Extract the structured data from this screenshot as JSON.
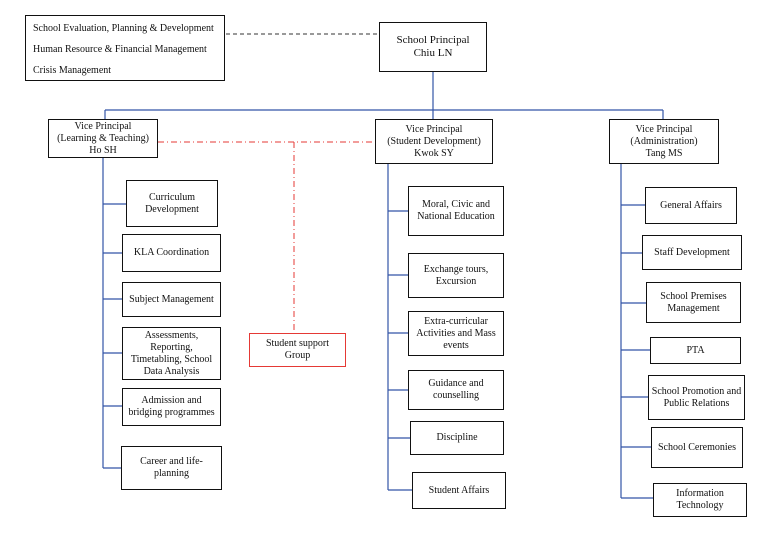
{
  "mgmt_box": {
    "lines": [
      "School Evaluation, Planning & Development",
      "Human Resource & Financial Management",
      "Crisis Management"
    ]
  },
  "principal": {
    "title": "School Principal",
    "name": "Chiu LN"
  },
  "vp_lt": {
    "title": "Vice Principal",
    "role": "(Learning & Teaching)",
    "name": "Ho SH"
  },
  "vp_sd": {
    "title": "Vice Principal",
    "role": "(Student Development)",
    "name": "Kwok SY"
  },
  "vp_ad": {
    "title": "Vice Principal",
    "role": "(Administration)",
    "name": "Tang MS"
  },
  "student_support": {
    "lines": [
      "Student support",
      "Group"
    ]
  },
  "lt_items": [
    [
      "Curriculum",
      "Development"
    ],
    [
      "KLA Coordination"
    ],
    [
      "Subject Management"
    ],
    [
      "Assessments,",
      "Reporting,",
      "Timetabling, School",
      "Data Analysis"
    ],
    [
      "Admission and",
      "bridging programmes"
    ],
    [
      "Career and life-planning"
    ]
  ],
  "sd_items": [
    [
      "Moral, Civic and",
      "National Education"
    ],
    [
      "Exchange tours,",
      "Excursion"
    ],
    [
      "Extra-curricular",
      "Activities and Mass",
      "events"
    ],
    [
      "Guidance and",
      "counselling"
    ],
    [
      "Discipline"
    ],
    [
      "Student Affairs"
    ]
  ],
  "ad_items": [
    [
      "General Affairs"
    ],
    [
      "Staff Development"
    ],
    [
      "School Premises",
      "Management"
    ],
    [
      "PTA"
    ],
    [
      "School Promotion and",
      "Public Relations"
    ],
    [
      "School Ceremonies"
    ],
    [
      "Information",
      "Technology"
    ]
  ],
  "colors": {
    "line_blue": "#3355a6",
    "dash_red": "#e53935",
    "dash_black": "#333333"
  }
}
